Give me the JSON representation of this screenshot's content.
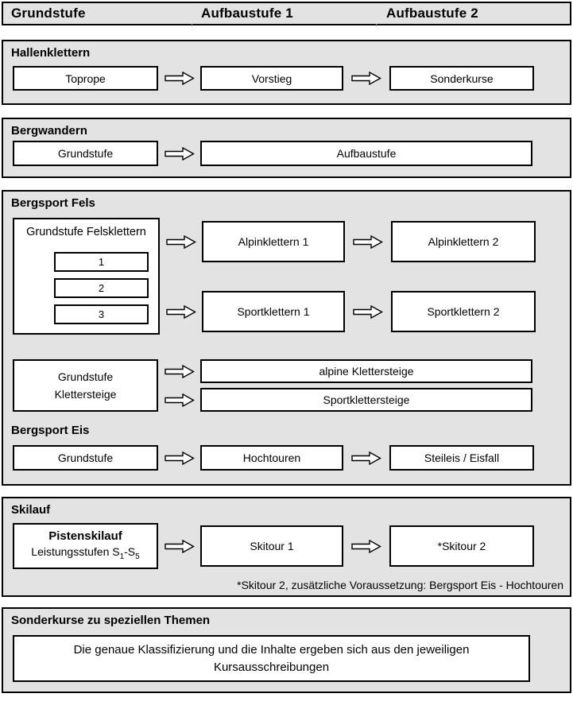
{
  "header": {
    "columns": [
      "Grundstufe",
      "Aufbaustufe 1",
      "Aufbaustufe 2"
    ]
  },
  "sections": {
    "hallenklettern": {
      "title": "Hallenklettern",
      "boxes": [
        "Toprope",
        "Vorstieg",
        "Sonderkurse"
      ]
    },
    "bergwandern": {
      "title": "Bergwandern",
      "grundstufe": "Grundstufe",
      "aufbaustufe": "Aufbaustufe"
    },
    "bergsport_fels": {
      "title": "Bergsport Fels",
      "felsklettern": {
        "label": "Grundstufe Felsklettern",
        "levels": [
          "1",
          "2",
          "3"
        ]
      },
      "alpin": [
        "Alpinklettern 1",
        "Alpinklettern 2"
      ],
      "sport": [
        "Sportklettern 1",
        "Sportklettern 2"
      ],
      "klettersteige": {
        "label_line1": "Grundstufe",
        "label_line2": "Klettersteige",
        "targets": [
          "alpine Klettersteige",
          "Sportklettersteige"
        ]
      }
    },
    "bergsport_eis": {
      "title": "Bergsport Eis",
      "boxes": [
        "Grundstufe",
        "Hochtouren",
        "Steileis / Eisfall"
      ]
    },
    "skilauf": {
      "title": "Skilauf",
      "pistenskilauf": {
        "line1": "Pistenskilauf",
        "line2_prefix": "Leistungsstufen S",
        "sub1": "1",
        "mid": "-S",
        "sub2": "5"
      },
      "boxes": [
        "Skitour 1",
        "*Skitour 2"
      ],
      "footnote": "*Skitour 2, zusätzliche Voraussetzung: Bergsport Eis - Hochtouren"
    },
    "sonderkurse": {
      "title": "Sonderkurse zu speziellen Themen",
      "note": "Die genaue Klassifizierung und die Inhalte ergeben sich aus den jeweiligen Kursausschreibungen"
    }
  },
  "colors": {
    "section_bg": "#e3e3e3",
    "box_bg": "#ffffff",
    "border": "#000000"
  }
}
